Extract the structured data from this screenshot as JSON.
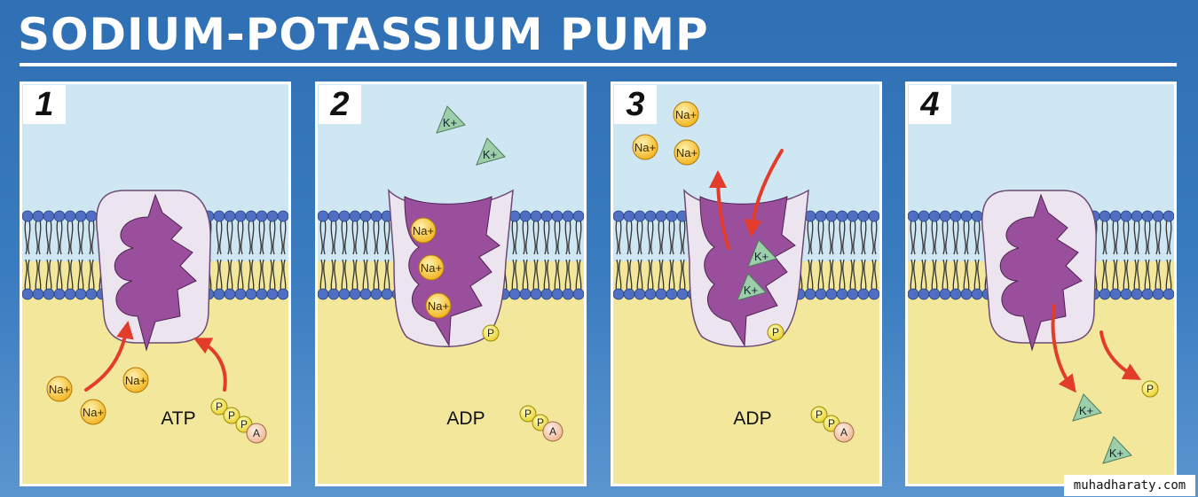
{
  "title": "SODIUM-POTASSIUM PUMP",
  "panels": [
    {
      "number": "1",
      "molecule_label": "ATP",
      "ions": [
        {
          "type": "Na",
          "label": "Na+"
        },
        {
          "type": "Na",
          "label": "Na+"
        },
        {
          "type": "Na",
          "label": "Na+"
        }
      ],
      "phosphate_chain": [
        "P",
        "P",
        "P",
        "A"
      ]
    },
    {
      "number": "2",
      "molecule_label": "ADP",
      "ions": [
        {
          "type": "K",
          "label": "K+"
        },
        {
          "type": "K",
          "label": "K+"
        },
        {
          "type": "Na",
          "label": "Na+"
        },
        {
          "type": "Na",
          "label": "Na+"
        },
        {
          "type": "Na",
          "label": "Na+"
        }
      ],
      "phosphate_chain": [
        "P",
        "P",
        "A"
      ],
      "bound_phosphate": "P"
    },
    {
      "number": "3",
      "molecule_label": "ADP",
      "ions": [
        {
          "type": "Na",
          "label": "Na+"
        },
        {
          "type": "Na",
          "label": "Na+"
        },
        {
          "type": "Na",
          "label": "Na+"
        },
        {
          "type": "K",
          "label": "K+"
        },
        {
          "type": "K",
          "label": "K+"
        }
      ],
      "phosphate_chain": [
        "P",
        "P",
        "A"
      ],
      "bound_phosphate": "P"
    },
    {
      "number": "4",
      "ions": [
        {
          "type": "K",
          "label": "K+"
        },
        {
          "type": "K",
          "label": "K+"
        }
      ],
      "released_phosphate": "P"
    }
  ],
  "watermark": "muhadharaty.com",
  "colors": {
    "background": "#3a7cc0",
    "extracellular": "#cfe6f3",
    "intracellular": "#f2e79a",
    "protein_outer": "#ece4ef",
    "protein_channel": "#9a4f9c",
    "lipid_head": "#4f6fc4",
    "sodium_ion": "#f3b521",
    "potassium_ion": "#9ccfa9",
    "arrow": "#e23c2a"
  }
}
